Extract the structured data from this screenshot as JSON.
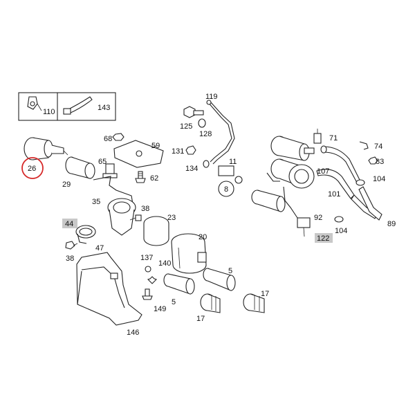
{
  "highlight_color": "#d62828",
  "badge_color": "#c8c8c8",
  "legend": {
    "items": [
      {
        "label": "110",
        "icon": "clip-icon"
      },
      {
        "label": "143",
        "icon": "cable-tie-icon"
      }
    ]
  },
  "callouts": {
    "c26": "26",
    "c29": "29",
    "c68": "68",
    "c59": "59",
    "c65": "65",
    "c62": "62",
    "c35": "35",
    "c38a": "38",
    "c23": "23",
    "c20": "20",
    "c44": "44",
    "c47": "47",
    "c38b": "38",
    "c137": "137",
    "c140": "140",
    "c5a": "5",
    "c5b": "5",
    "c149": "149",
    "c17a": "17",
    "c17b": "17",
    "c146": "146",
    "c119": "119",
    "c125": "125",
    "c128": "128",
    "c131": "131",
    "c134": "134",
    "c11": "11",
    "c8": "8",
    "c71": "71",
    "c107": "107",
    "c74": "74",
    "c83": "83",
    "c104a": "104",
    "c101": "101",
    "c92": "92",
    "c104b": "104",
    "c89": "89",
    "c122": "122"
  }
}
